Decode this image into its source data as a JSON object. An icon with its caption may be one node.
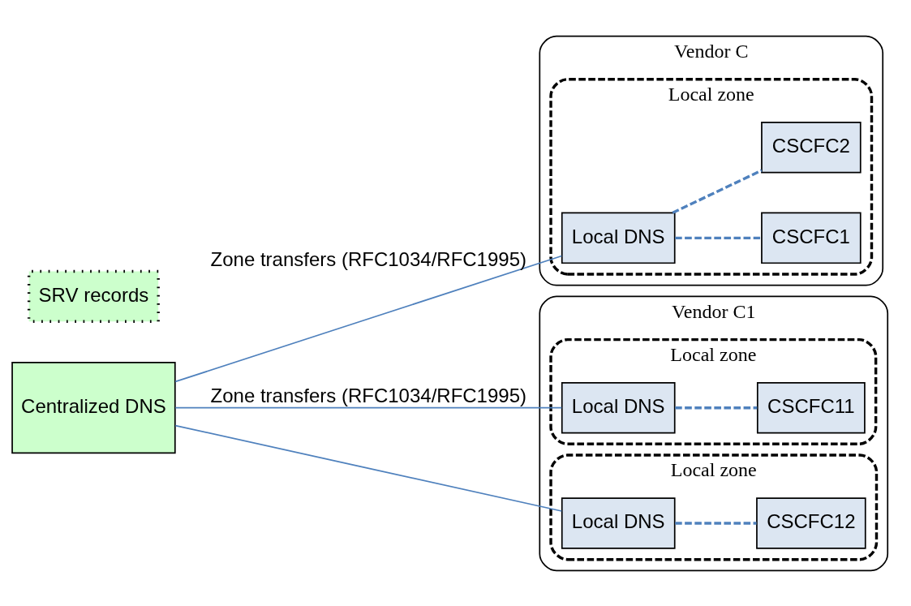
{
  "diagram": {
    "nodes": [
      {
        "text": [
          "Centralized DNS"
        ]
      },
      {
        "text": [
          "SRV records"
        ]
      },
      {
        "text": [
          "Vendor C"
        ]
      },
      {
        "text": [
          "Local zone"
        ],
        "in": 2
      },
      {
        "text": [
          "Local DNS"
        ],
        "in": 3
      },
      {
        "text": [
          "CSCFC1"
        ],
        "in": 3
      },
      {
        "text": [
          "CSCFC2"
        ],
        "in": 3
      },
      {
        "text": [
          "Vendor C1"
        ]
      },
      {
        "text": [
          "Local zone"
        ],
        "in": 7
      },
      {
        "text": [
          "Local DNS"
        ],
        "in": 8
      },
      {
        "text": [
          "CSCFC11"
        ],
        "in": 8
      },
      {
        "text": [
          "Local zone"
        ],
        "in": 7
      },
      {
        "text": [
          "Local DNS"
        ],
        "in": 11
      },
      {
        "text": [
          "CSCFC12"
        ],
        "in": 11
      }
    ],
    "edges": [
      {
        "from": 0,
        "to": 4,
        "arrow": "none",
        "label": "Zone transfers (RFC1034/RFC1995)"
      },
      {
        "from": 4,
        "to": 5,
        "arrow": "none",
        "style": "dashed"
      },
      {
        "from": 4,
        "to": 6,
        "arrow": "none",
        "style": "dashed"
      },
      {
        "from": 0,
        "to": 9,
        "arrow": "none",
        "label": "Zone transfers (RFC1034/RFC1995)"
      },
      {
        "from": 0,
        "to": 12,
        "arrow": "none"
      },
      {
        "from": 9,
        "to": 10,
        "arrow": "none",
        "style": "dashed"
      },
      {
        "from": 12,
        "to": 13,
        "arrow": "none",
        "style": "dashed"
      }
    ]
  }
}
